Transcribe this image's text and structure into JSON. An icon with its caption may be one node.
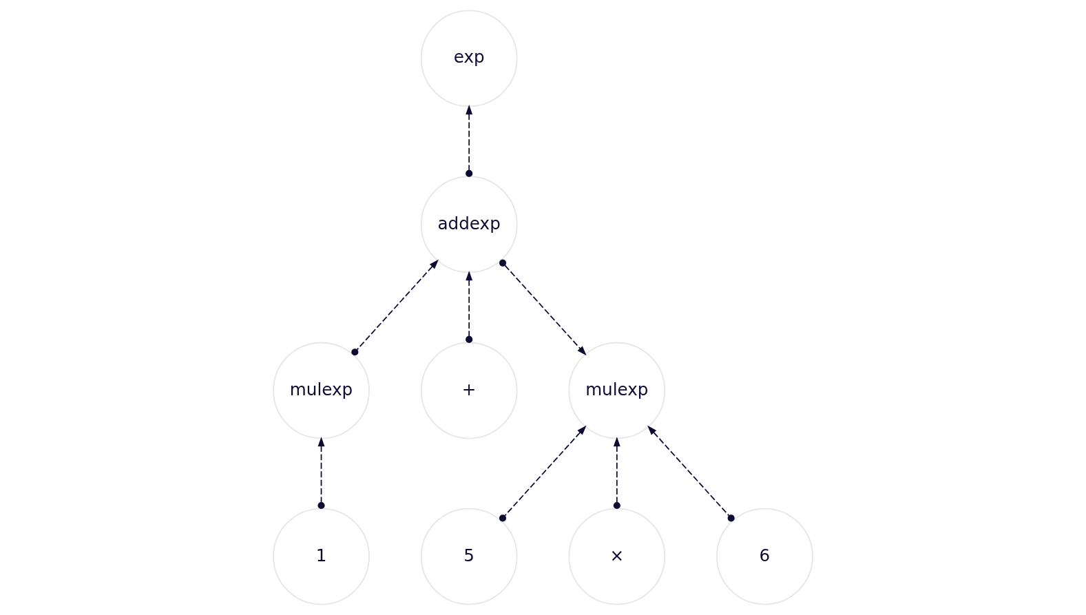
{
  "diagram": {
    "nodes": [
      {
        "text": [
          "exp"
        ]
      },
      {
        "text": [
          "addexp"
        ]
      },
      {
        "text": [
          "mulexp"
        ]
      },
      {
        "text": [
          "+"
        ]
      },
      {
        "text": [
          "mulexp"
        ]
      },
      {
        "text": [
          "1"
        ]
      },
      {
        "text": [
          "5"
        ]
      },
      {
        "text": [
          "×"
        ]
      },
      {
        "text": [
          "6"
        ]
      }
    ],
    "edges": [
      {
        "from": 1,
        "to": 0,
        "arrow": "to",
        "style": "dashed"
      },
      {
        "from": 2,
        "to": 1,
        "arrow": "to",
        "style": "dashed"
      },
      {
        "from": 3,
        "to": 1,
        "arrow": "to",
        "style": "dashed"
      },
      {
        "from": 1,
        "to": 4,
        "arrow": "to",
        "style": "dashed"
      },
      {
        "from": 5,
        "to": 2,
        "arrow": "to",
        "style": "dashed"
      },
      {
        "from": 6,
        "to": 4,
        "arrow": "to",
        "style": "dashed"
      },
      {
        "from": 7,
        "to": 4,
        "arrow": "to",
        "style": "dashed"
      },
      {
        "from": 8,
        "to": 4,
        "arrow": "to",
        "style": "dashed"
      }
    ]
  }
}
